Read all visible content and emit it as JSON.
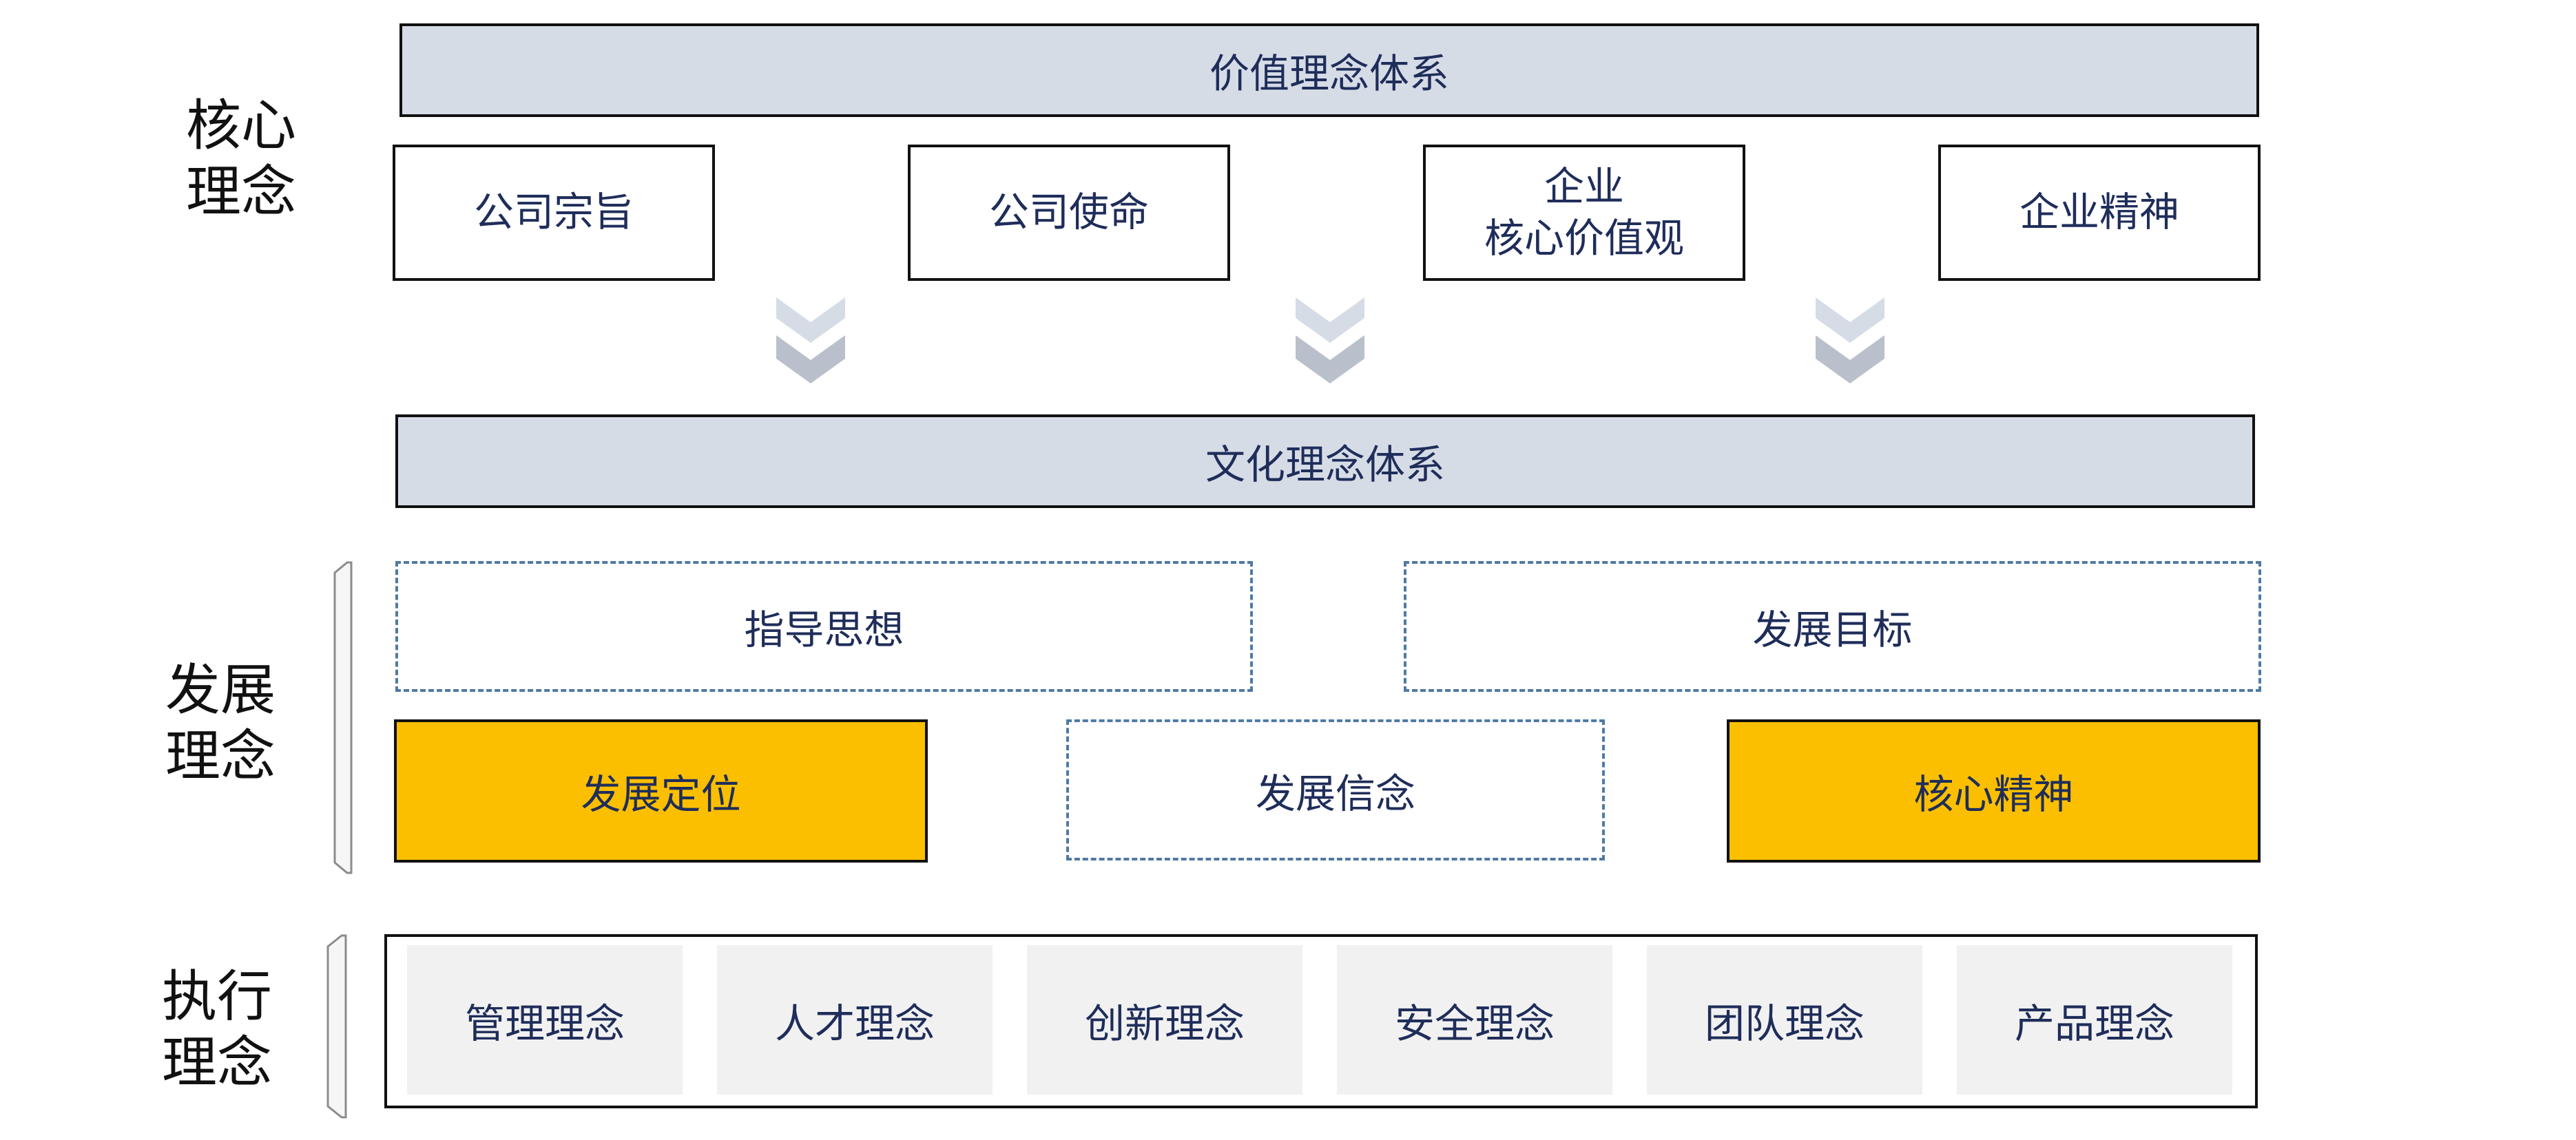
{
  "sections": {
    "core": "核心\n理念",
    "development": "发展\n理念",
    "execution": "执行\n理念"
  },
  "value_system": {
    "title": "价值理念体系",
    "items": [
      "公司宗旨",
      "公司使命",
      "企业\n核心价值观",
      "企业精神"
    ]
  },
  "culture_system": {
    "title": "文化理念体系"
  },
  "development": {
    "guiding_thought": "指导思想",
    "goal": "发展目标",
    "positioning": "发展定位",
    "belief": "发展信念",
    "core_spirit": "核心精神"
  },
  "execution_items": [
    "管理理念",
    "人才理念",
    "创新理念",
    "安全理念",
    "团队理念",
    "产品理念"
  ],
  "colors": {
    "band": "#d6dce6",
    "accent_gold": "#fbbf00",
    "dashed_border": "#4f7aa3",
    "text": "#1f2d5a",
    "chevron": "#b9c0cb"
  },
  "icons": {
    "arrow": "double-chevron-down-icon",
    "bracket": "left-bracket-icon"
  }
}
